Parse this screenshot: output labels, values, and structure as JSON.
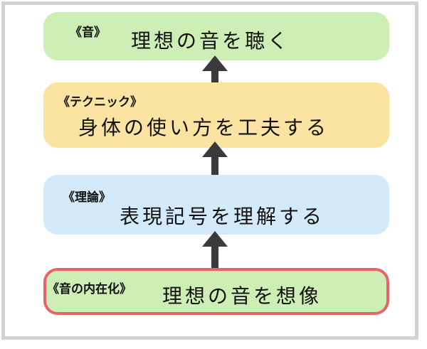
{
  "colors": {
    "green_box": "#cdeeb4",
    "yellow_box": "#fbe4a1",
    "blue_box": "#d3eafa",
    "red_box_fill": "#cdeeb4",
    "red_box_border": "#e8626c",
    "arrow": "#3a3a3a",
    "frame_border": "#d2d2d2",
    "text": "#111111"
  },
  "diagram": {
    "boxes": [
      {
        "tag": "《音》",
        "text": "理想の音を聴く"
      },
      {
        "tag": "《テクニック》",
        "text": "身体の使い方を工夫する"
      },
      {
        "tag": "《理論》",
        "text": "表現記号を理解する"
      },
      {
        "tag": "《音の内在化》",
        "text": "理想の音を想像"
      }
    ],
    "arrows": [
      {
        "from": "《理論》",
        "to": "《テクニック》"
      },
      {
        "from": "《テクニック》",
        "to": "《音》"
      },
      {
        "from": "《音の内在化》",
        "to": "《理論》"
      }
    ]
  }
}
